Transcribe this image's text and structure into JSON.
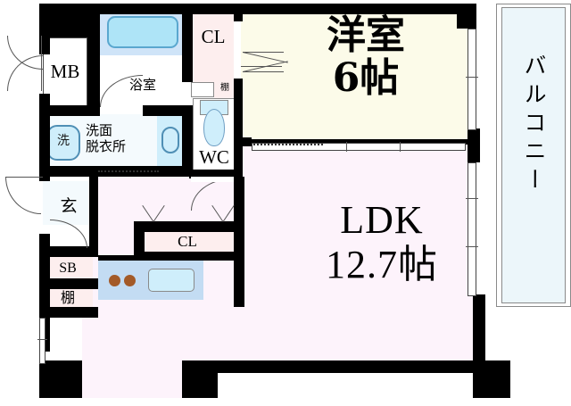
{
  "plan": {
    "title": "Apartment floor plan 1LDK",
    "rooms": [
      {
        "key": "ldk",
        "label_line1": "LDK",
        "label_line2": "12.7帖"
      },
      {
        "key": "washitsu",
        "label_line1": "洋室",
        "label_line2": "6帖"
      },
      {
        "key": "balcony",
        "label_line1": "バルコニー"
      }
    ],
    "labels": {
      "ldk_name": "LDK",
      "ldk_size": "12.7帖",
      "bedroom_name": "洋室",
      "bedroom_size": "6帖",
      "balcony": "バルコニー",
      "meter_box": "MB",
      "closet_top": "CL",
      "closet_bottom": "CL",
      "bathroom": "浴室",
      "washroom": "洗面\n脱衣所",
      "washroom_line1": "洗面",
      "washroom_line2": "脱衣所",
      "washer": "洗",
      "toilet": "WC",
      "shelf_toilet": "棚",
      "entrance": "玄",
      "shoe_box": "SB",
      "shelf": "棚"
    },
    "colors": {
      "wall": "#000000",
      "ldk_floor": "#fdf3fb",
      "bedroom_floor": "#fcfbe9",
      "balcony_floor": "#ecf6fa",
      "closet_fill": "#fdeeee",
      "sanitary_fill": "#f4fafd",
      "bath_fill": "#cfe4f8",
      "tub_fill": "#aee4f7",
      "kitchen_fill": "#c3dcf3",
      "sink_fill": "#cfeefb",
      "burner": "#a35a28"
    }
  }
}
